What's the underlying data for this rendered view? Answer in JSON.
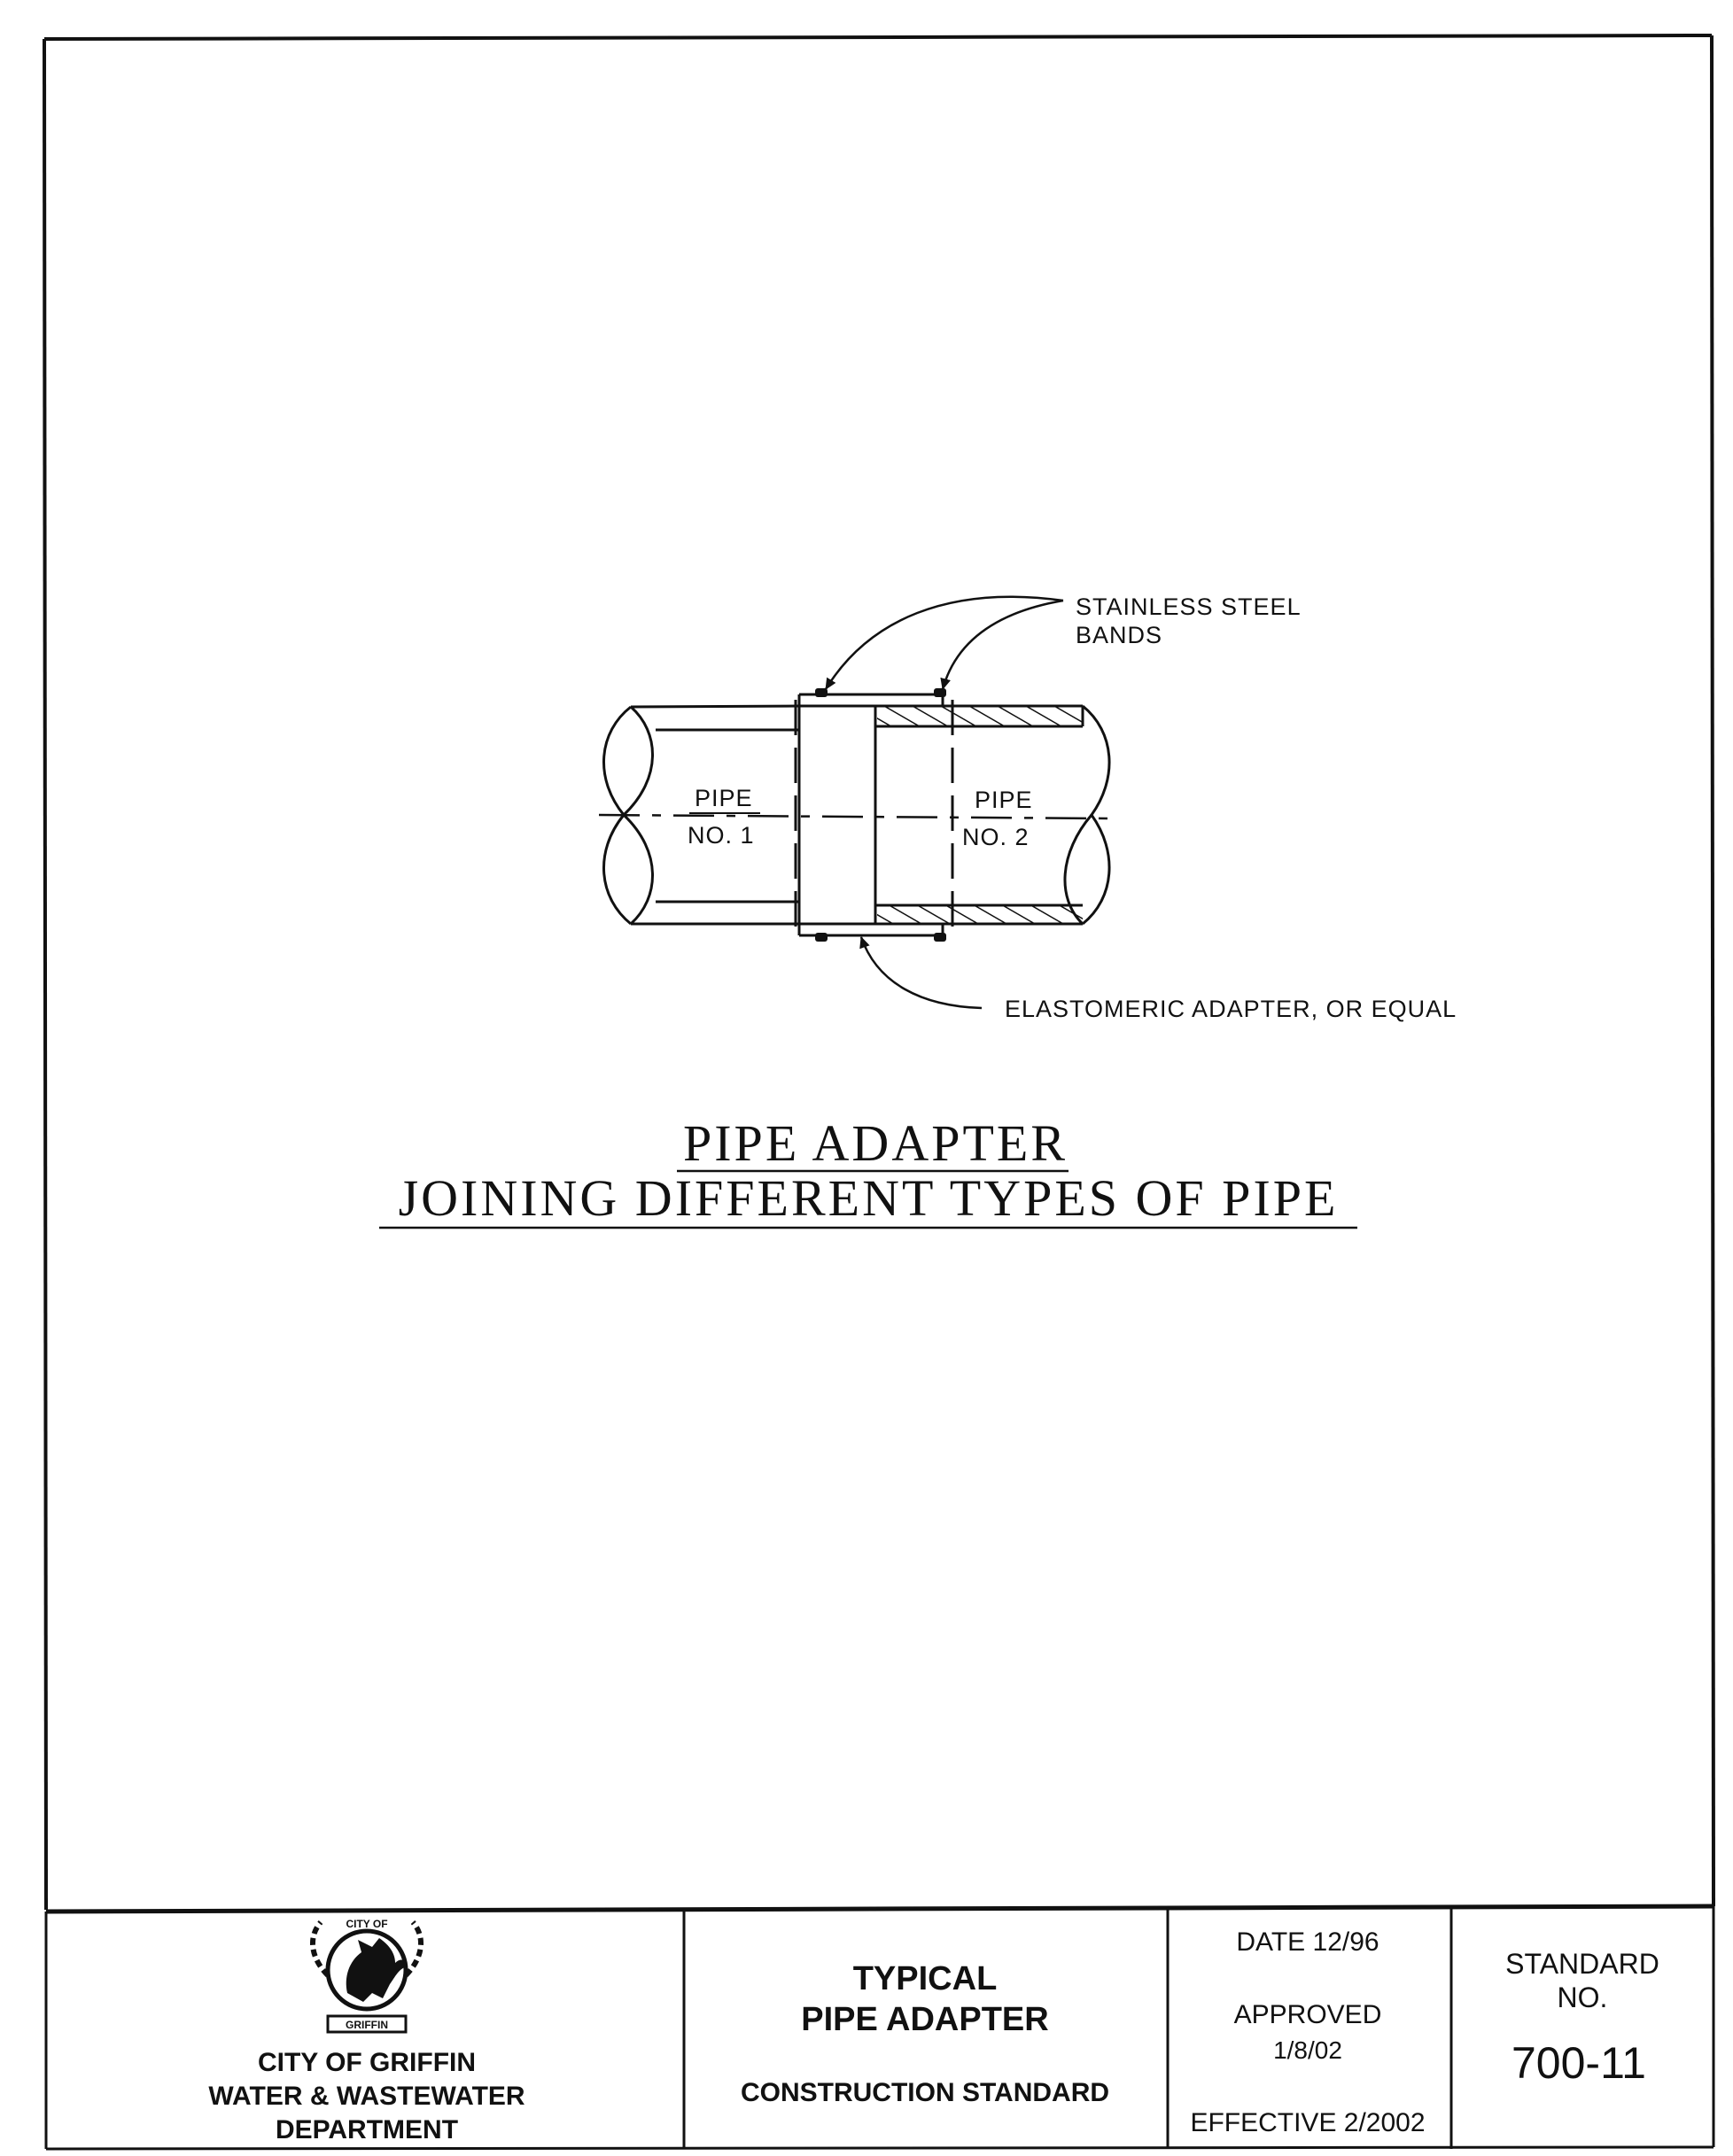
{
  "drawing": {
    "labels": {
      "pipe1_line1": "PIPE",
      "pipe1_line2": "NO. 1",
      "pipe2_line1": "PIPE",
      "pipe2_line2": "NO. 2",
      "bands_line1": "STAINLESS STEEL",
      "bands_line2": "BANDS",
      "adapter": "ELASTOMERIC ADAPTER, OR EQUAL"
    },
    "title_line1": "PIPE ADAPTER",
    "title_line2": "JOINING DIFFERENT TYPES OF PIPE"
  },
  "title_block": {
    "logo": {
      "arc_text": "CITY OF",
      "banner_text": "GRIFFIN"
    },
    "org_line1": "CITY OF GRIFFIN",
    "org_line2": "WATER & WASTEWATER",
    "org_line3": "DEPARTMENT",
    "drawing_title_line1": "TYPICAL",
    "drawing_title_line2": "PIPE ADAPTER",
    "category": "CONSTRUCTION STANDARD",
    "date": "DATE 12/96",
    "approved_label": "APPROVED",
    "approved_date": "1/8/02",
    "effective": "EFFECTIVE 2/2002",
    "standard_label_line1": "STANDARD",
    "standard_label_line2": "NO.",
    "standard_number": "700-11"
  },
  "icons": {
    "logo": "city-seal-griffin-icon",
    "arrows": "leader-arrow-icon"
  }
}
